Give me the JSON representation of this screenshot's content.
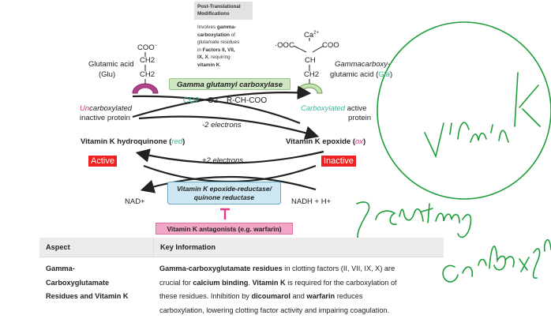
{
  "post_translational": {
    "title_line1": "Post-Translational",
    "title_line2": "Modifications",
    "body_lines": [
      [
        "Involves ",
        "gamma-"
      ],
      [
        "",
        "carboxylation",
        " of"
      ],
      [
        "glutamate residues"
      ],
      [
        "in ",
        "Factors II, VII,"
      ],
      [
        "",
        "IX, X",
        ", requiring"
      ],
      [
        "",
        "vitamin K",
        "."
      ]
    ]
  },
  "left_molecule": {
    "coo": "COO",
    "coo_charge": "−",
    "ch2_top": "CH2",
    "ch2_bottom": "CH2",
    "name_line1": "Glutamic acid",
    "name_line2": "(Glu)"
  },
  "right_molecule": {
    "ca": "Ca",
    "ca_charge": "2+",
    "ooc_left": "·OOC",
    "coo_right": "COO",
    "ch": "CH",
    "ch2": "CH2",
    "name_line1": "Gammacarboxy-",
    "name_line2_prefix": "glutamic acid (",
    "name_line2_gla": "Gla",
    "name_line2_suffix": ")"
  },
  "enzyme_carboxylase": "Gamma glutamyl carboxylase",
  "uncarboxylated": {
    "un": "Un",
    "rest": "carboxylated",
    "line2": "inactive protein"
  },
  "carboxylated": {
    "word": "Carboxylated",
    "rest": " active",
    "line2": "protein"
  },
  "reagents": {
    "co2": "CO2",
    "o2": "O2",
    "rchcoo": "R-CH-COO"
  },
  "minus_electrons": "-2 electrons",
  "plus_electrons": "+2 electrons",
  "hydroquinone": {
    "label": "Vitamin K hydroquinone (",
    "red": "red",
    "close": ")"
  },
  "epoxide": {
    "label": "Vitamin K epoxide (",
    "ox": "ox",
    "close": ")"
  },
  "active_badge": "Active",
  "inactive_badge": "Inactive",
  "reductase_line1": "Vitamin K epoxide-reductase/",
  "reductase_line2": "quinone reductase",
  "nad": "NAD+",
  "nadh": "NADH + H+",
  "inhibit_symbol": "T",
  "antagonists": "Vitamin K antagonists (e.g. warfarin)",
  "table": {
    "headers": [
      "Aspect",
      "Key Information"
    ],
    "aspect_lines": [
      "Gamma-",
      "Carboxyglutamate",
      "Residues and Vitamin K"
    ],
    "info_lines": [
      [
        [
          "b",
          "Gamma-carboxyglutamate residues"
        ],
        [
          "",
          " in clotting factors (II, VII, IX, X) are"
        ]
      ],
      [
        [
          "",
          "crucial for "
        ],
        [
          "b",
          "calcium binding"
        ],
        [
          "",
          ". "
        ],
        [
          "b",
          "Vitamin K"
        ],
        [
          "",
          " is required for the carboxylation of"
        ]
      ],
      [
        [
          "",
          "these residues. Inhibition by "
        ],
        [
          "b",
          "dicoumarol"
        ],
        [
          "",
          " and "
        ],
        [
          "b",
          "warfarin"
        ],
        [
          "",
          " reduces"
        ]
      ],
      [
        [
          "",
          "carboxylation, lowering clotting factor activity and impairing coagulation."
        ]
      ]
    ]
  },
  "handwriting": {
    "words": [
      "Vitamin K",
      "γ-glutamyl",
      "carboxylation"
    ],
    "ink_color": "#1e9e3a"
  },
  "colors": {
    "pink_text": "#c8377a",
    "teal_text": "#3fb39b",
    "red_badge": "#ee2222",
    "inhibit_pink": "#e63a8a"
  }
}
